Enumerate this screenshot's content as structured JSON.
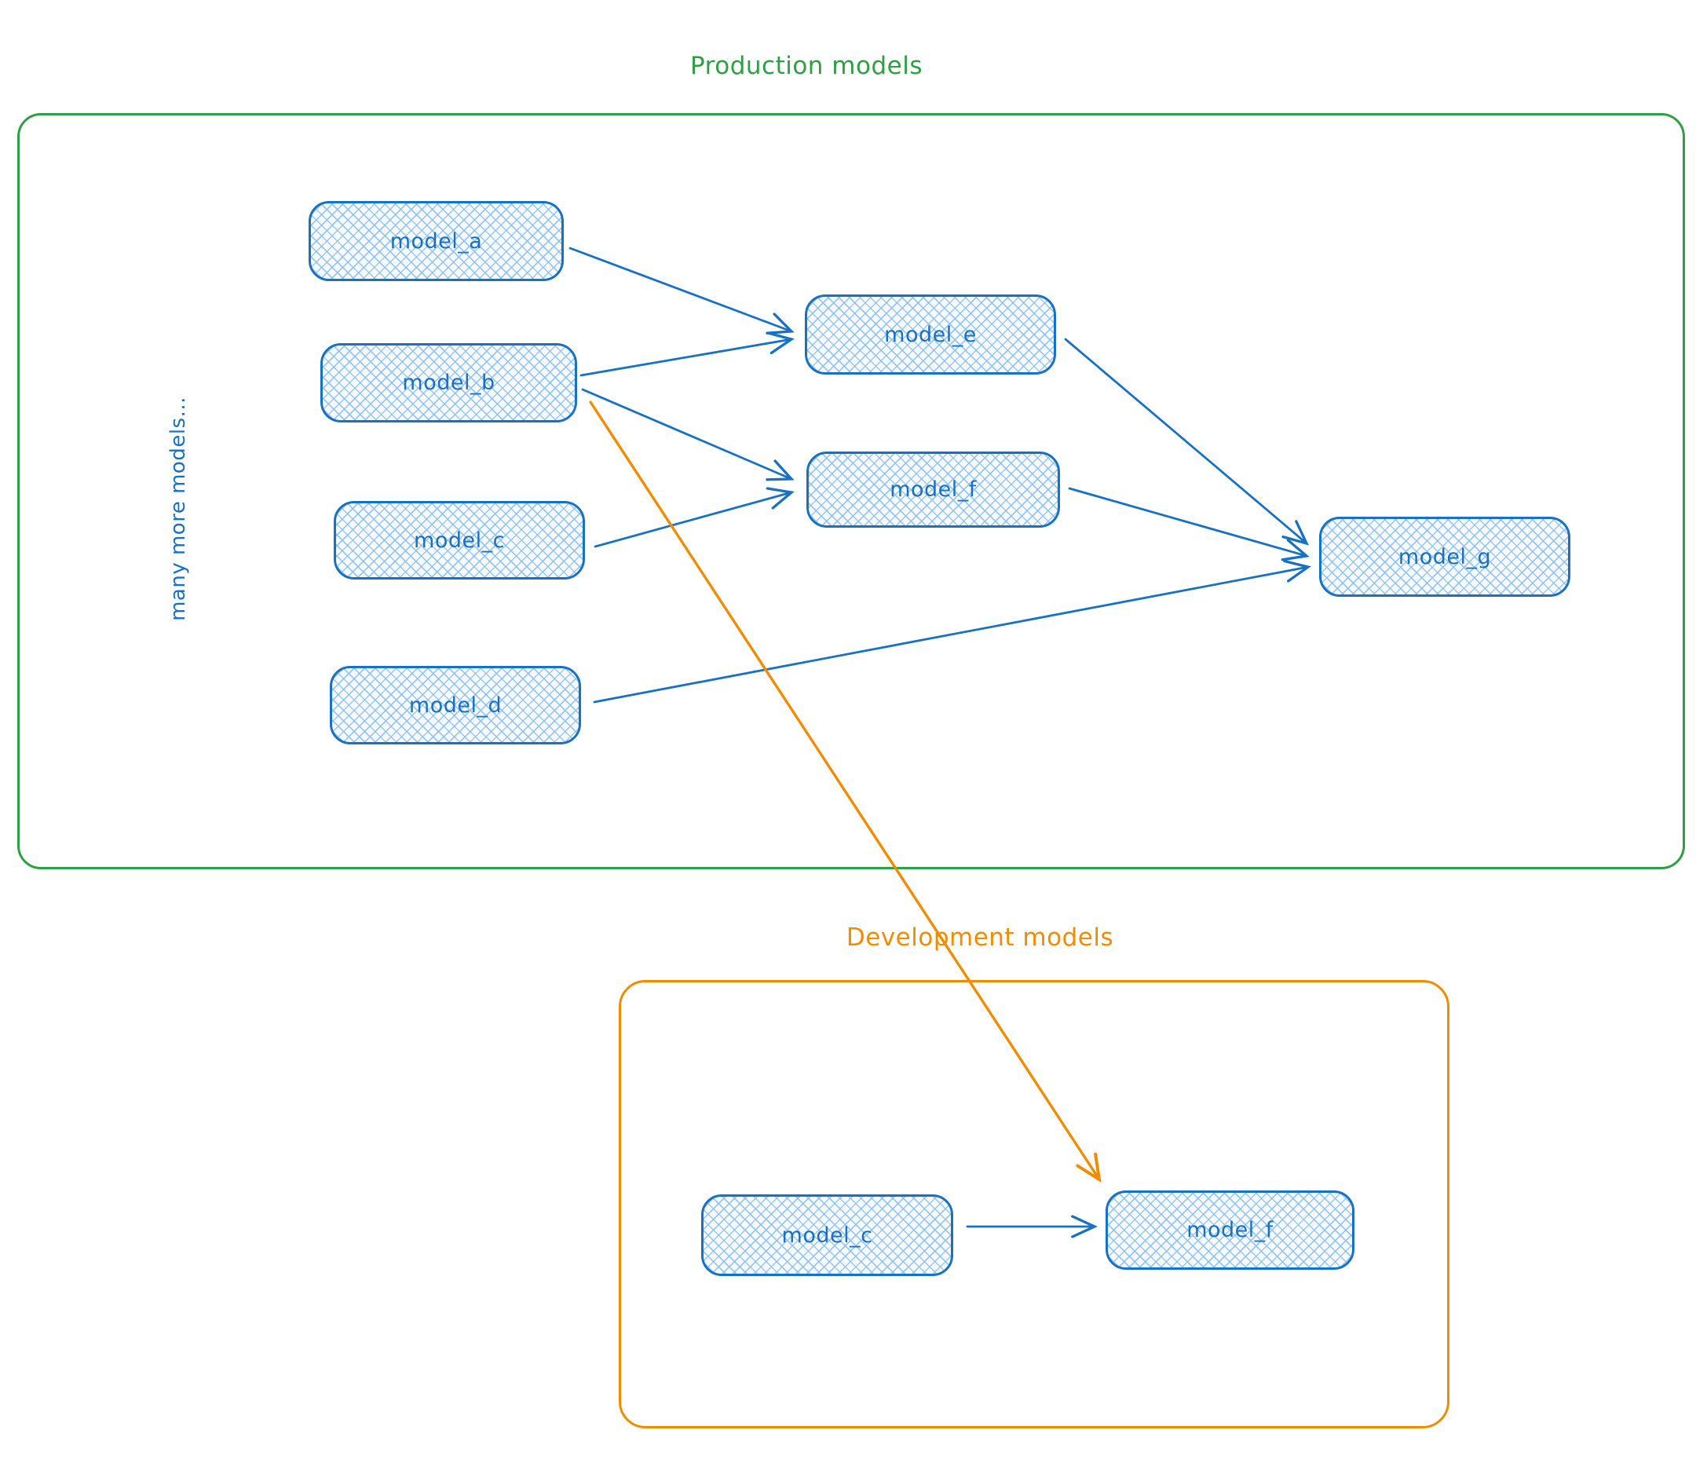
{
  "colors": {
    "node_stroke_blue": "#1971c2",
    "node_fill_blue": "#d8ebfb",
    "production_green": "#2f9e44",
    "development_orange": "#f08c00"
  },
  "production": {
    "title": "Production models",
    "side_label": "many more models...",
    "nodes": {
      "a": {
        "label": "model_a"
      },
      "b": {
        "label": "model_b"
      },
      "c": {
        "label": "model_c"
      },
      "d": {
        "label": "model_d"
      },
      "e": {
        "label": "model_e"
      },
      "f": {
        "label": "model_f"
      },
      "g": {
        "label": "model_g"
      }
    }
  },
  "development": {
    "title": "Development models",
    "nodes": {
      "c": {
        "label": "model_c"
      },
      "f": {
        "label": "model_f"
      }
    }
  },
  "edges": [
    {
      "from": "production.model_a",
      "to": "production.model_e",
      "color": "blue"
    },
    {
      "from": "production.model_b",
      "to": "production.model_e",
      "color": "blue"
    },
    {
      "from": "production.model_b",
      "to": "production.model_f",
      "color": "blue"
    },
    {
      "from": "production.model_c",
      "to": "production.model_f",
      "color": "blue"
    },
    {
      "from": "production.model_e",
      "to": "production.model_g",
      "color": "blue"
    },
    {
      "from": "production.model_f",
      "to": "production.model_g",
      "color": "blue"
    },
    {
      "from": "production.model_d",
      "to": "production.model_g",
      "color": "blue"
    },
    {
      "from": "production.model_b",
      "to": "development.model_f",
      "color": "orange"
    },
    {
      "from": "development.model_c",
      "to": "development.model_f",
      "color": "blue"
    }
  ]
}
